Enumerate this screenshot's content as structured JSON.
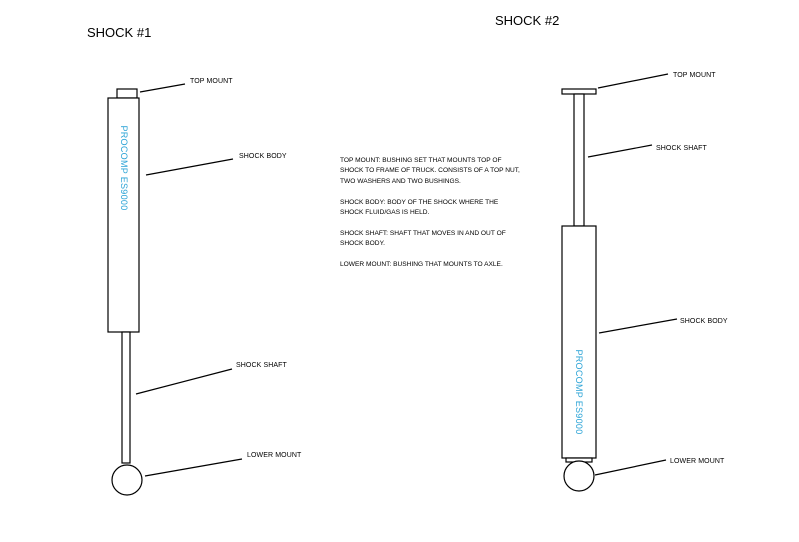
{
  "shock1": {
    "title": "SHOCK #1",
    "brand": "PROCOMP ES9000",
    "labels": {
      "top_mount": "TOP MOUNT",
      "shock_body": "SHOCK BODY",
      "shock_shaft": "SHOCK SHAFT",
      "lower_mount": "LOWER MOUNT"
    }
  },
  "shock2": {
    "title": "SHOCK #2",
    "brand": "PROCOMP ES9000",
    "labels": {
      "top_mount": "TOP MOUNT",
      "shock_shaft": "SHOCK SHAFT",
      "shock_body": "SHOCK BODY",
      "lower_mount": "LOWER MOUNT"
    }
  },
  "descriptions": [
    "TOP MOUNT: BUSHING SET THAT MOUNTS TOP OF SHOCK TO FRAME OF TRUCK. CONSISTS OF A TOP NUT, TWO WASHERS AND TWO BUSHINGS.",
    "SHOCK BODY: BODY OF THE SHOCK WHERE THE SHOCK FLUID/GAS IS HELD.",
    "SHOCK SHAFT: SHAFT THAT MOVES IN AND OUT OF SHOCK BODY.",
    "LOWER MOUNT: BUSHING THAT MOUNTS TO AXLE."
  ],
  "colors": {
    "line": "#000000",
    "brand": "#2aa3d6"
  }
}
